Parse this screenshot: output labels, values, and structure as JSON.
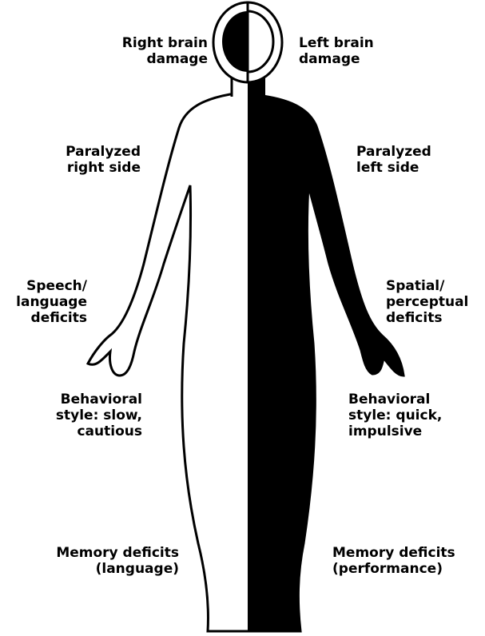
{
  "colors": {
    "background": "#ffffff",
    "ink": "#000000"
  },
  "labels": {
    "right_brain_damage": [
      "Right brain",
      "damage"
    ],
    "left_brain_damage": [
      "Left brain",
      "damage"
    ],
    "paralyzed_right_side": [
      "Paralyzed",
      "right side"
    ],
    "paralyzed_left_side": [
      "Paralyzed",
      "left side"
    ],
    "speech_language_deficits": [
      "Speech/",
      "language",
      "deficits"
    ],
    "spatial_perceptual_deficits": [
      "Spatial/",
      "perceptual",
      "deficits"
    ],
    "behavioral_style_slow": [
      "Behavioral",
      "style: slow,",
      "cautious"
    ],
    "behavioral_style_quick": [
      "Behavioral",
      "style: quick,",
      "impulsive"
    ],
    "memory_deficits_language": [
      "Memory deficits",
      "(language)"
    ],
    "memory_deficits_performance": [
      "Memory deficits",
      "(performance)"
    ]
  }
}
